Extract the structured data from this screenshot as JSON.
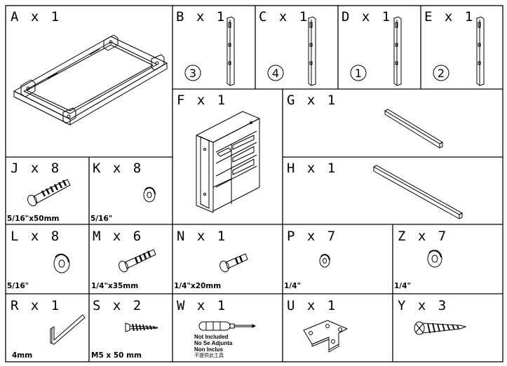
{
  "parts": [
    {
      "id": "A",
      "label": "A x 1"
    },
    {
      "id": "B",
      "label": "B x 1",
      "circle": "3"
    },
    {
      "id": "C",
      "label": "C x 1",
      "circle": "4"
    },
    {
      "id": "D",
      "label": "D x 1",
      "circle": "1"
    },
    {
      "id": "E",
      "label": "E x 1",
      "circle": "2"
    },
    {
      "id": "F",
      "label": "F x 1"
    },
    {
      "id": "G",
      "label": "G x 1"
    },
    {
      "id": "H",
      "label": "H x 1"
    },
    {
      "id": "J",
      "label": "J x 8",
      "size": "5/16\"x50mm"
    },
    {
      "id": "K",
      "label": "K x 8",
      "size": "5/16\""
    },
    {
      "id": "L",
      "label": "L x 8",
      "size": "5/16\""
    },
    {
      "id": "M",
      "label": "M x 6",
      "size": "1/4\"x35mm"
    },
    {
      "id": "N",
      "label": "N x 1",
      "size": "1/4\"x20mm"
    },
    {
      "id": "P",
      "label": "P x 7",
      "size": "1/4\""
    },
    {
      "id": "Z",
      "label": "Z x 7",
      "size": "1/4\""
    },
    {
      "id": "R",
      "label": "R x 1",
      "size": "4mm"
    },
    {
      "id": "S",
      "label": "S x 2",
      "size": "M5 x 50 mm"
    },
    {
      "id": "W",
      "label": "W x 1",
      "notes": [
        "Not Included",
        "No Se Adjunta",
        "Non Inclus",
        "不提供此工具"
      ]
    },
    {
      "id": "U",
      "label": "U x 1"
    },
    {
      "id": "Y",
      "label": "Y x 3"
    }
  ]
}
